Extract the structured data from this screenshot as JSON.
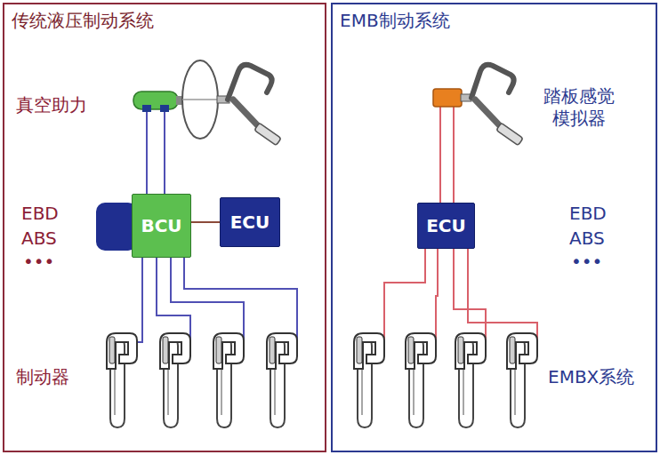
{
  "diagram": {
    "nodes": [
      {
        "text": [
          "传统液压制动系统"
        ]
      },
      {
        "text": [
          "BCU"
        ],
        "in": 0
      },
      {
        "text": [
          "ECU"
        ],
        "in": 0
      },
      {
        "text": [
          "EMB制动系统"
        ]
      },
      {
        "text": [
          "ECU"
        ],
        "in": 3
      }
    ],
    "edges": [
      {
        "from": 1,
        "to": 2,
        "arrow": "none"
      }
    ],
    "labels": [
      "真空助力",
      "EBD",
      "ABS",
      "•••",
      "制动器",
      "踏板感觉 模拟器",
      "EBD",
      "ABS",
      "•••",
      "EMBX系统"
    ]
  }
}
